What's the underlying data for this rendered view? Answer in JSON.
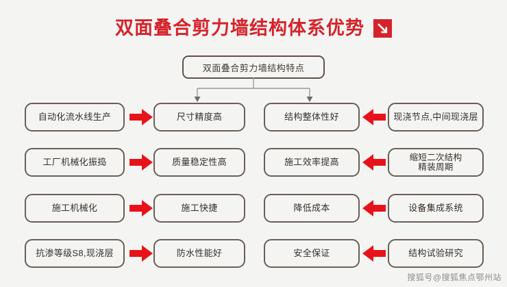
{
  "page": {
    "background_color": "#f4f5f3",
    "accent_color": "#d5232b",
    "box_border_color": "#6a5e56",
    "text_color": "#342f2c"
  },
  "title": {
    "text": "双面叠合剪力墙结构体系优势",
    "badge_icon": "arrow-down-right-icon",
    "color": "#d5232b"
  },
  "root": {
    "label": "双面叠合剪力墙结构特点"
  },
  "connector": {
    "style": "tree-split-two-arrows-down"
  },
  "rows": [
    {
      "cause_left": "自动化流水线生产",
      "arrow_right_icon": "arrow-right-icon",
      "effect_left": "尺寸精度高",
      "effect_right": "结构整体性好",
      "arrow_left_icon": "arrow-left-icon",
      "cause_right": "现浇节点,中间现浇层"
    },
    {
      "cause_left": "工厂机械化振捣",
      "arrow_right_icon": "arrow-right-icon",
      "effect_left": "质量稳定性高",
      "effect_right": "施工效率提高",
      "arrow_left_icon": "arrow-left-icon",
      "cause_right": "缩短二次结构\n精装周期"
    },
    {
      "cause_left": "施工机械化",
      "arrow_right_icon": "arrow-right-icon",
      "effect_left": "施工快捷",
      "effect_right": "降低成本",
      "arrow_left_icon": "arrow-left-icon",
      "cause_right": "设备集成系统"
    },
    {
      "cause_left": "抗渗等级S8,现浇层",
      "arrow_right_icon": "arrow-right-icon",
      "effect_left": "防水性能好",
      "effect_right": "安全保证",
      "arrow_left_icon": "arrow-left-icon",
      "cause_right": "结构试验研究"
    }
  ],
  "watermark": {
    "text": "搜狐号@搜狐焦点鄂州站"
  }
}
